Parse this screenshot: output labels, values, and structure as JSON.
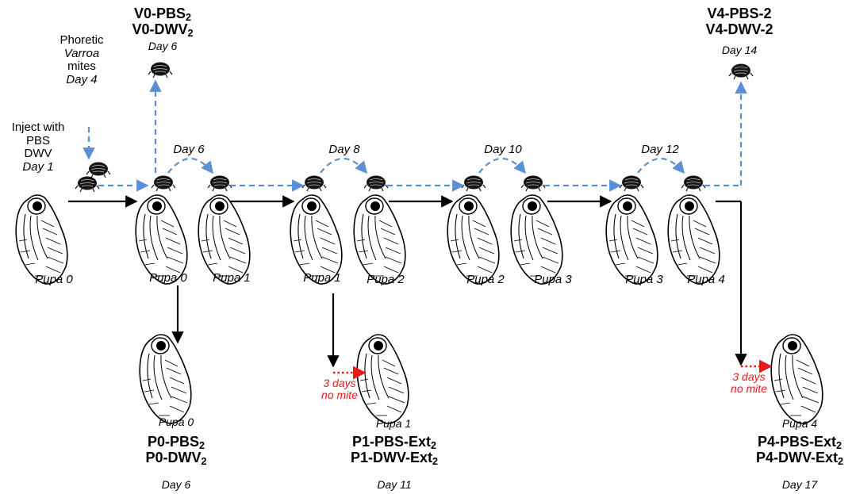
{
  "colors": {
    "blue": "#5b8fd4",
    "black": "#000000",
    "red": "#e31b1b"
  },
  "labels": {
    "inject_line1": "Inject with",
    "inject_line2": "PBS",
    "inject_line3": "DWV",
    "inject_day": "Day 1",
    "phoretic_line1": "Phoretic",
    "phoretic_line2": "Varroa",
    "phoretic_line3": "mites",
    "phoretic_day": "Day 4",
    "v0_pbs": "V0-PBS",
    "v0_dwv": "V0-DWV",
    "v0_day": "Day 6",
    "v4_pbs": "V4-PBS-2",
    "v4_dwv": "V4-DWV-2",
    "v4_day": "Day 14",
    "transfer_day_1": "Day 6",
    "transfer_day_2": "Day 8",
    "transfer_day_3": "Day 10",
    "transfer_day_4": "Day  12",
    "subscript": "2",
    "pupa_0a": "Pupa 0",
    "pupa_0b": "Pupa 0",
    "pupa_1a": "Pupa 1",
    "pupa_1b": "Pupa 1",
    "pupa_2a": "Pupa 2",
    "pupa_2b": "Pupa 2",
    "pupa_3a": "Pupa 3",
    "pupa_3b": "Pupa 3",
    "pupa_4a": "Pupa 4",
    "pupa_0c": "Pupa 0",
    "pupa_1c": "Pupa 1",
    "pupa_4c": "Pupa 4",
    "nomite_a_1": "3 days",
    "nomite_a_2": "no mite",
    "nomite_b_1": "3 days",
    "nomite_b_2": "no mite",
    "p0_pbs": "P0-PBS",
    "p0_dwv": "P0-DWV",
    "p0_day": "Day 6",
    "p1_pbs": "P1-PBS-Ext",
    "p1_dwv": "P1-DWV-Ext",
    "p1_day": "Day 11",
    "p4_pbs": "P4-PBS-Ext",
    "p4_dwv": "P4-DWV-Ext",
    "p4_day": "Day 17"
  }
}
